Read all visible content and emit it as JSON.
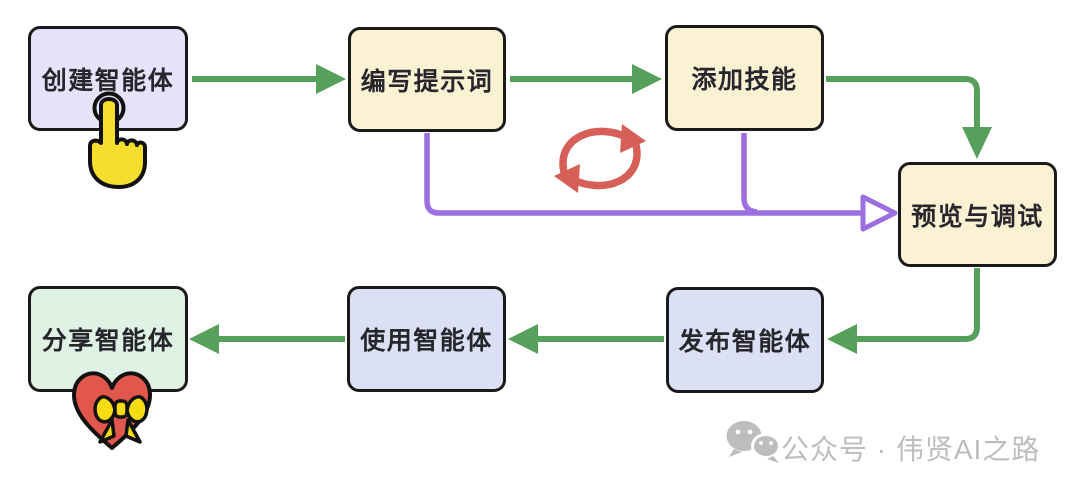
{
  "nodes": {
    "create": {
      "label": "创建智能体"
    },
    "prompt": {
      "label": "编写提示词"
    },
    "skills": {
      "label": "添加技能"
    },
    "preview": {
      "label": "预览与调试"
    },
    "publish": {
      "label": "发布智能体"
    },
    "use": {
      "label": "使用智能体"
    },
    "share": {
      "label": "分享智能体"
    }
  },
  "icons": {
    "click_hand": "click-hand-icon",
    "refresh_loop": "refresh-loop-icon",
    "heart_bow": "heart-bow-icon",
    "wechat": "wechat-icon"
  },
  "colors": {
    "create_fill": "#E7E1F9",
    "step_fill": "#FBF1D3",
    "agent_fill": "#DCE0F5",
    "share_fill": "#DFF2E4",
    "node_border": "#1A1A1A",
    "arrow_green": "#57A05C",
    "arrow_purple": "#9B6FE0",
    "loop_red": "#D66058",
    "watermark_gray": "#BDBDBD"
  },
  "watermark": {
    "text": "公众号 · 伟贤AI之路"
  }
}
